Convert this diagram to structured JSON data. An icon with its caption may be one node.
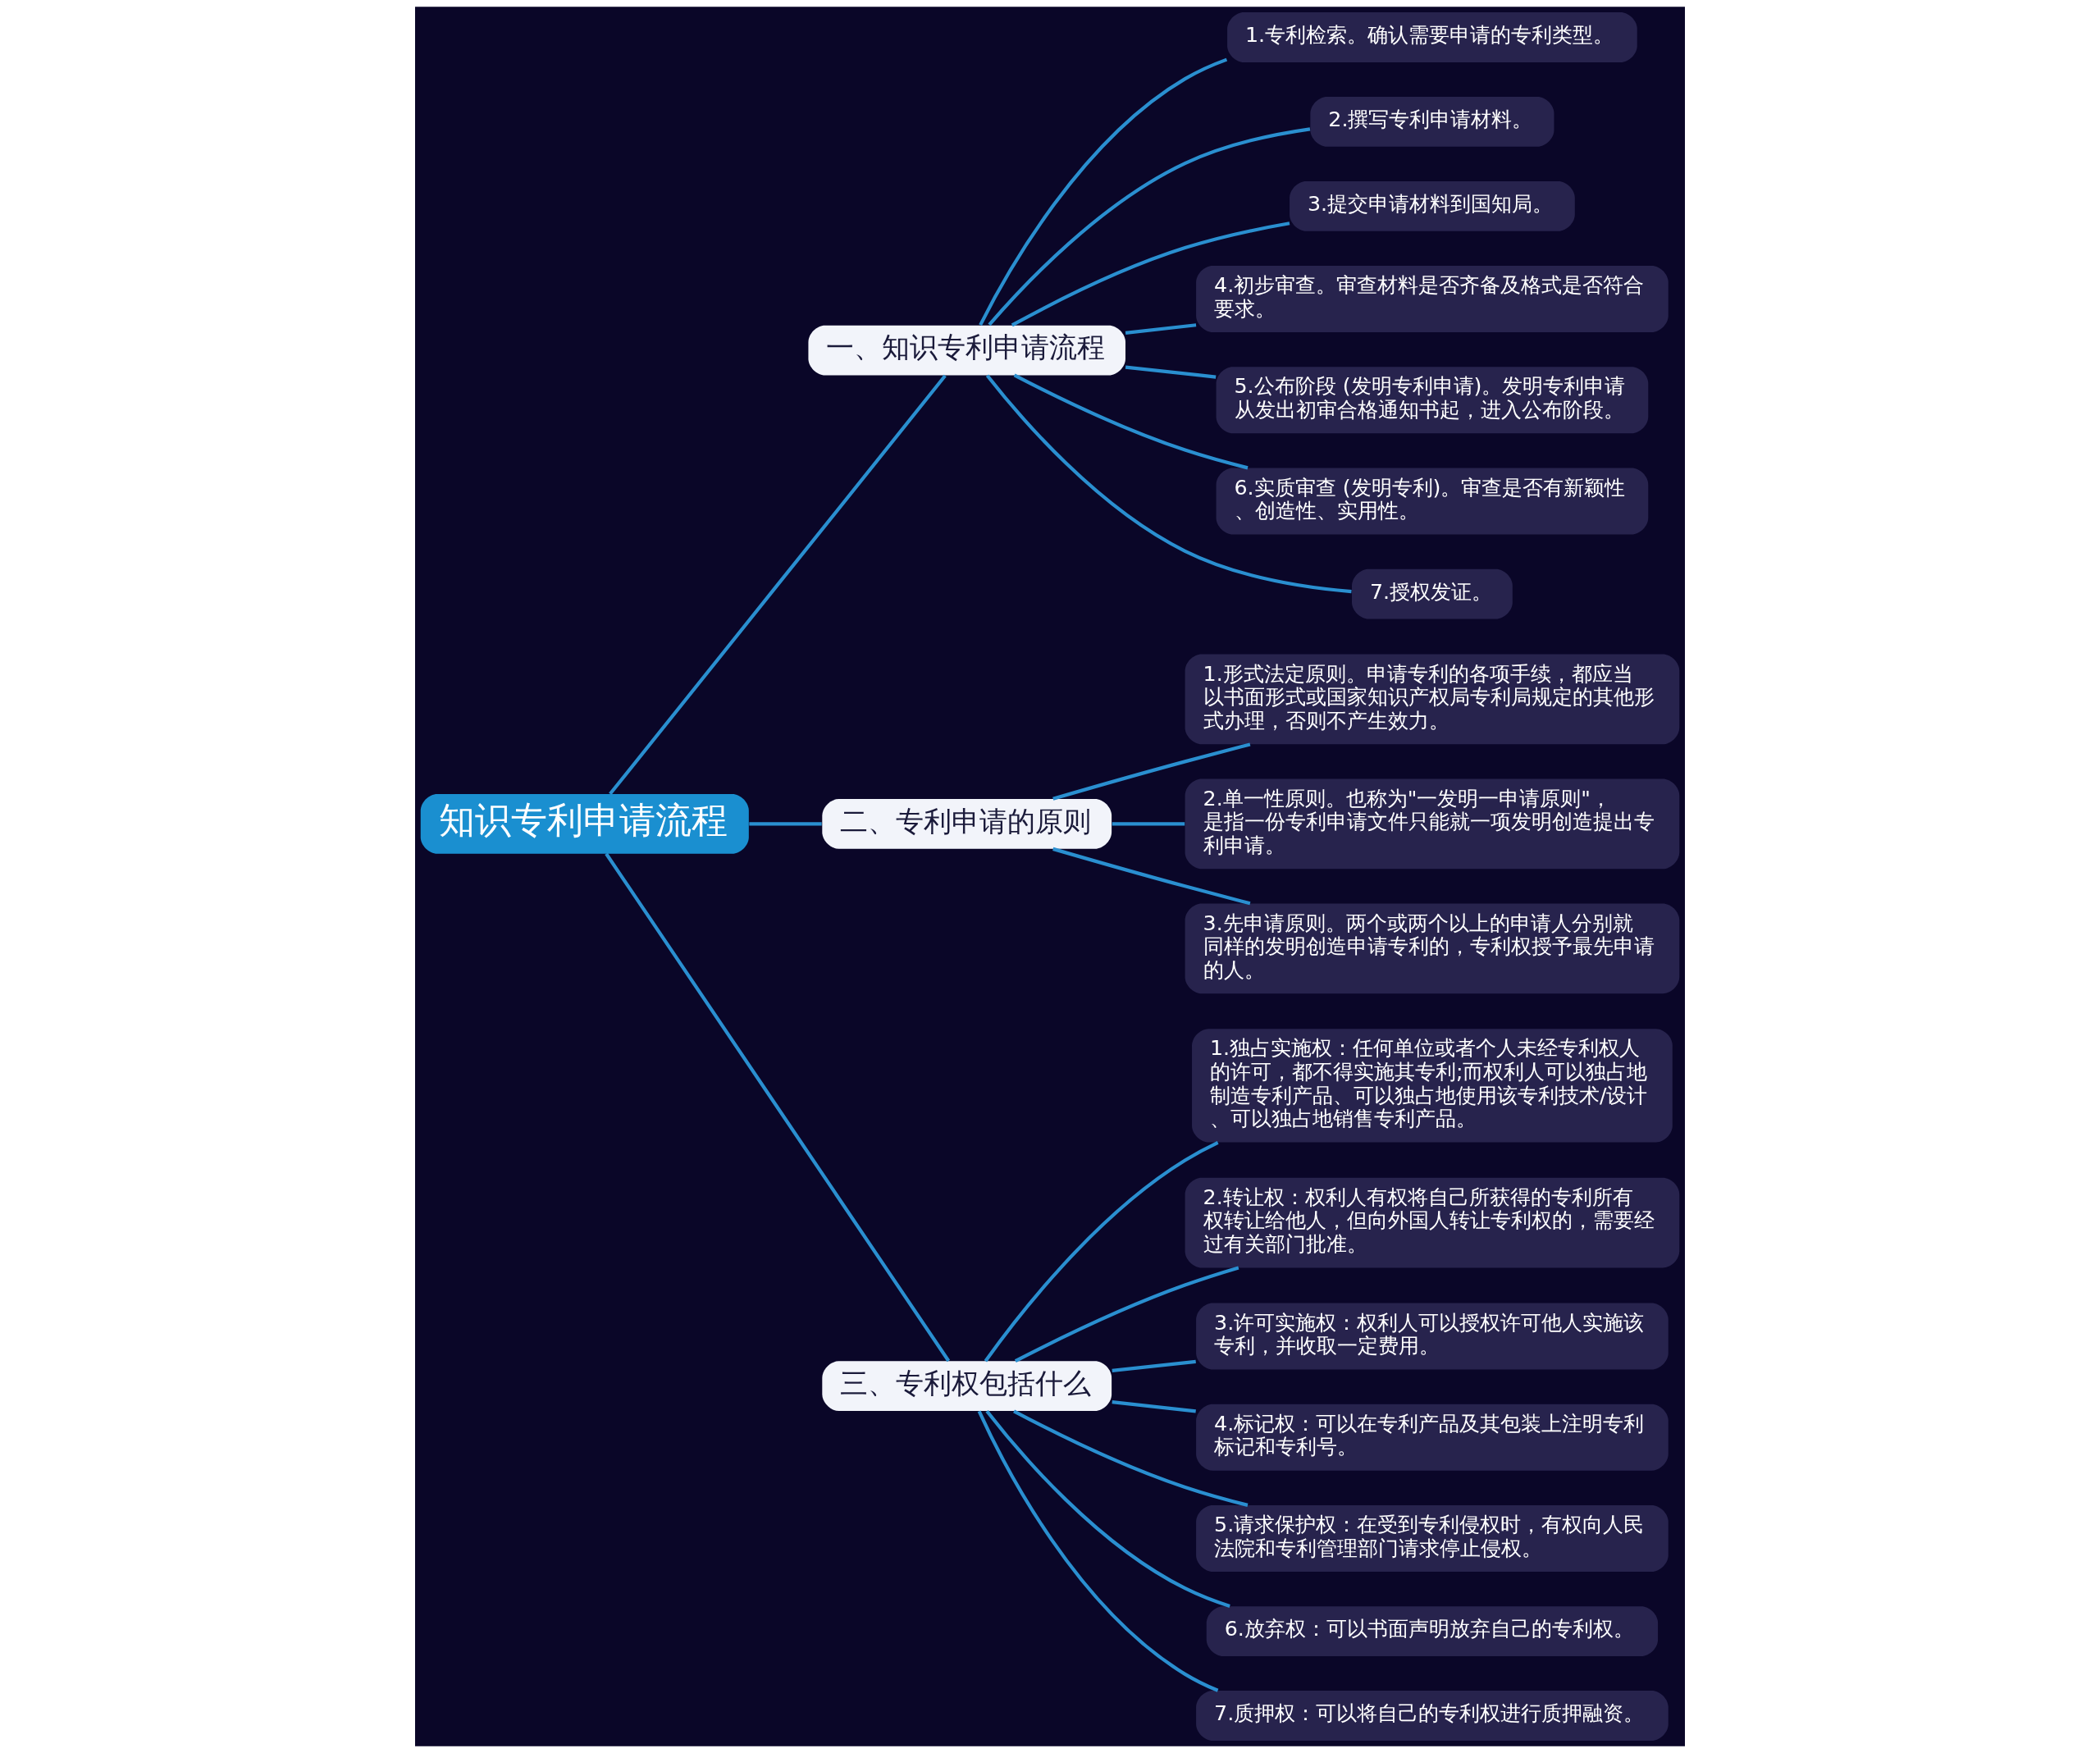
{
  "diagram": {
    "nodes": [
      {
        "text": [
          "知识专利申请流程"
        ]
      },
      {
        "text": [
          "一、知识专利申请流程"
        ]
      },
      {
        "text": [
          "1.专利检索。确认需要申请的专利类型。"
        ]
      },
      {
        "text": [
          "2.撰写专利申请材料。"
        ]
      },
      {
        "text": [
          "3.提交申请材料到国知局。"
        ]
      },
      {
        "text": [
          "4.初步审查。审查材料是否齐备及格式是否符合要求。"
        ]
      },
      {
        "text": [
          "5.公布阶段 (发明专利申请)。发明专利申请从发出初审合格通知书起，进入公布阶段。"
        ]
      },
      {
        "text": [
          "6.实质审查 (发明专利)。审查是否有新颖性、创造性、实用性。"
        ]
      },
      {
        "text": [
          "7.授权发证。"
        ]
      },
      {
        "text": [
          "二、专利申请的原则"
        ]
      },
      {
        "text": [
          "1.形式法定原则。申请专利的各项手续，都应当以书面形式或国家知识产权局专利局规定的其他形式办理，否则不产生效力。"
        ]
      },
      {
        "text": [
          "2.单一性原则。也称为\"一发明一申请原则\"，是指一份专利申请文件只能就一项发明创造提出专利申请。"
        ]
      },
      {
        "text": [
          "3.先申请原则。两个或两个以上的申请人分别就同样的发明创造申请专利的，专利权授予最先申请的人。"
        ]
      },
      {
        "text": [
          "三、专利权包括什么"
        ]
      },
      {
        "text": [
          "1.独占实施权：任何单位或者个人未经专利权人的许可，都不得实施其专利;而权利人可以独占地制造专利产品、可以独占地使用该专利技术/设计、可以独占地销售专利产品。"
        ]
      },
      {
        "text": [
          "2.转让权：权利人有权将自己所获得的专利所有权转让给他人，但向外国人转让专利权的，需要经过有关部门批准。"
        ]
      },
      {
        "text": [
          "3.许可实施权：权利人可以授权许可他人实施该专利，并收取一定费用。"
        ]
      },
      {
        "text": [
          "4.标记权：可以在专利产品及其包装上注明专利标记和专利号。"
        ]
      },
      {
        "text": [
          "5.请求保护权：在受到专利侵权时，有权向人民法院和专利管理部门请求停止侵权。"
        ]
      },
      {
        "text": [
          "6.放弃权：可以书面声明放弃自己的专利权。"
        ]
      },
      {
        "text": [
          "7.质押权：可以将自己的专利权进行质押融资。"
        ]
      }
    ],
    "edges": [
      {
        "from": 0,
        "to": 1,
        "arrow": "none"
      },
      {
        "from": 1,
        "to": 2,
        "arrow": "none"
      },
      {
        "from": 1,
        "to": 3,
        "arrow": "none"
      },
      {
        "from": 1,
        "to": 4,
        "arrow": "none"
      },
      {
        "from": 1,
        "to": 5,
        "arrow": "none"
      },
      {
        "from": 1,
        "to": 6,
        "arrow": "none"
      },
      {
        "from": 1,
        "to": 7,
        "arrow": "none"
      },
      {
        "from": 1,
        "to": 8,
        "arrow": "none"
      },
      {
        "from": 0,
        "to": 9,
        "arrow": "none"
      },
      {
        "from": 9,
        "to": 10,
        "arrow": "none"
      },
      {
        "from": 9,
        "to": 11,
        "arrow": "none"
      },
      {
        "from": 9,
        "to": 12,
        "arrow": "none"
      },
      {
        "from": 0,
        "to": 13,
        "arrow": "none"
      },
      {
        "from": 13,
        "to": 14,
        "arrow": "none"
      },
      {
        "from": 13,
        "to": 15,
        "arrow": "none"
      },
      {
        "from": 13,
        "to": 16,
        "arrow": "none"
      },
      {
        "from": 13,
        "to": 17,
        "arrow": "none"
      },
      {
        "from": 13,
        "to": 18,
        "arrow": "none"
      },
      {
        "from": 13,
        "to": 19,
        "arrow": "none"
      },
      {
        "from": 13,
        "to": 20,
        "arrow": "none"
      }
    ]
  }
}
